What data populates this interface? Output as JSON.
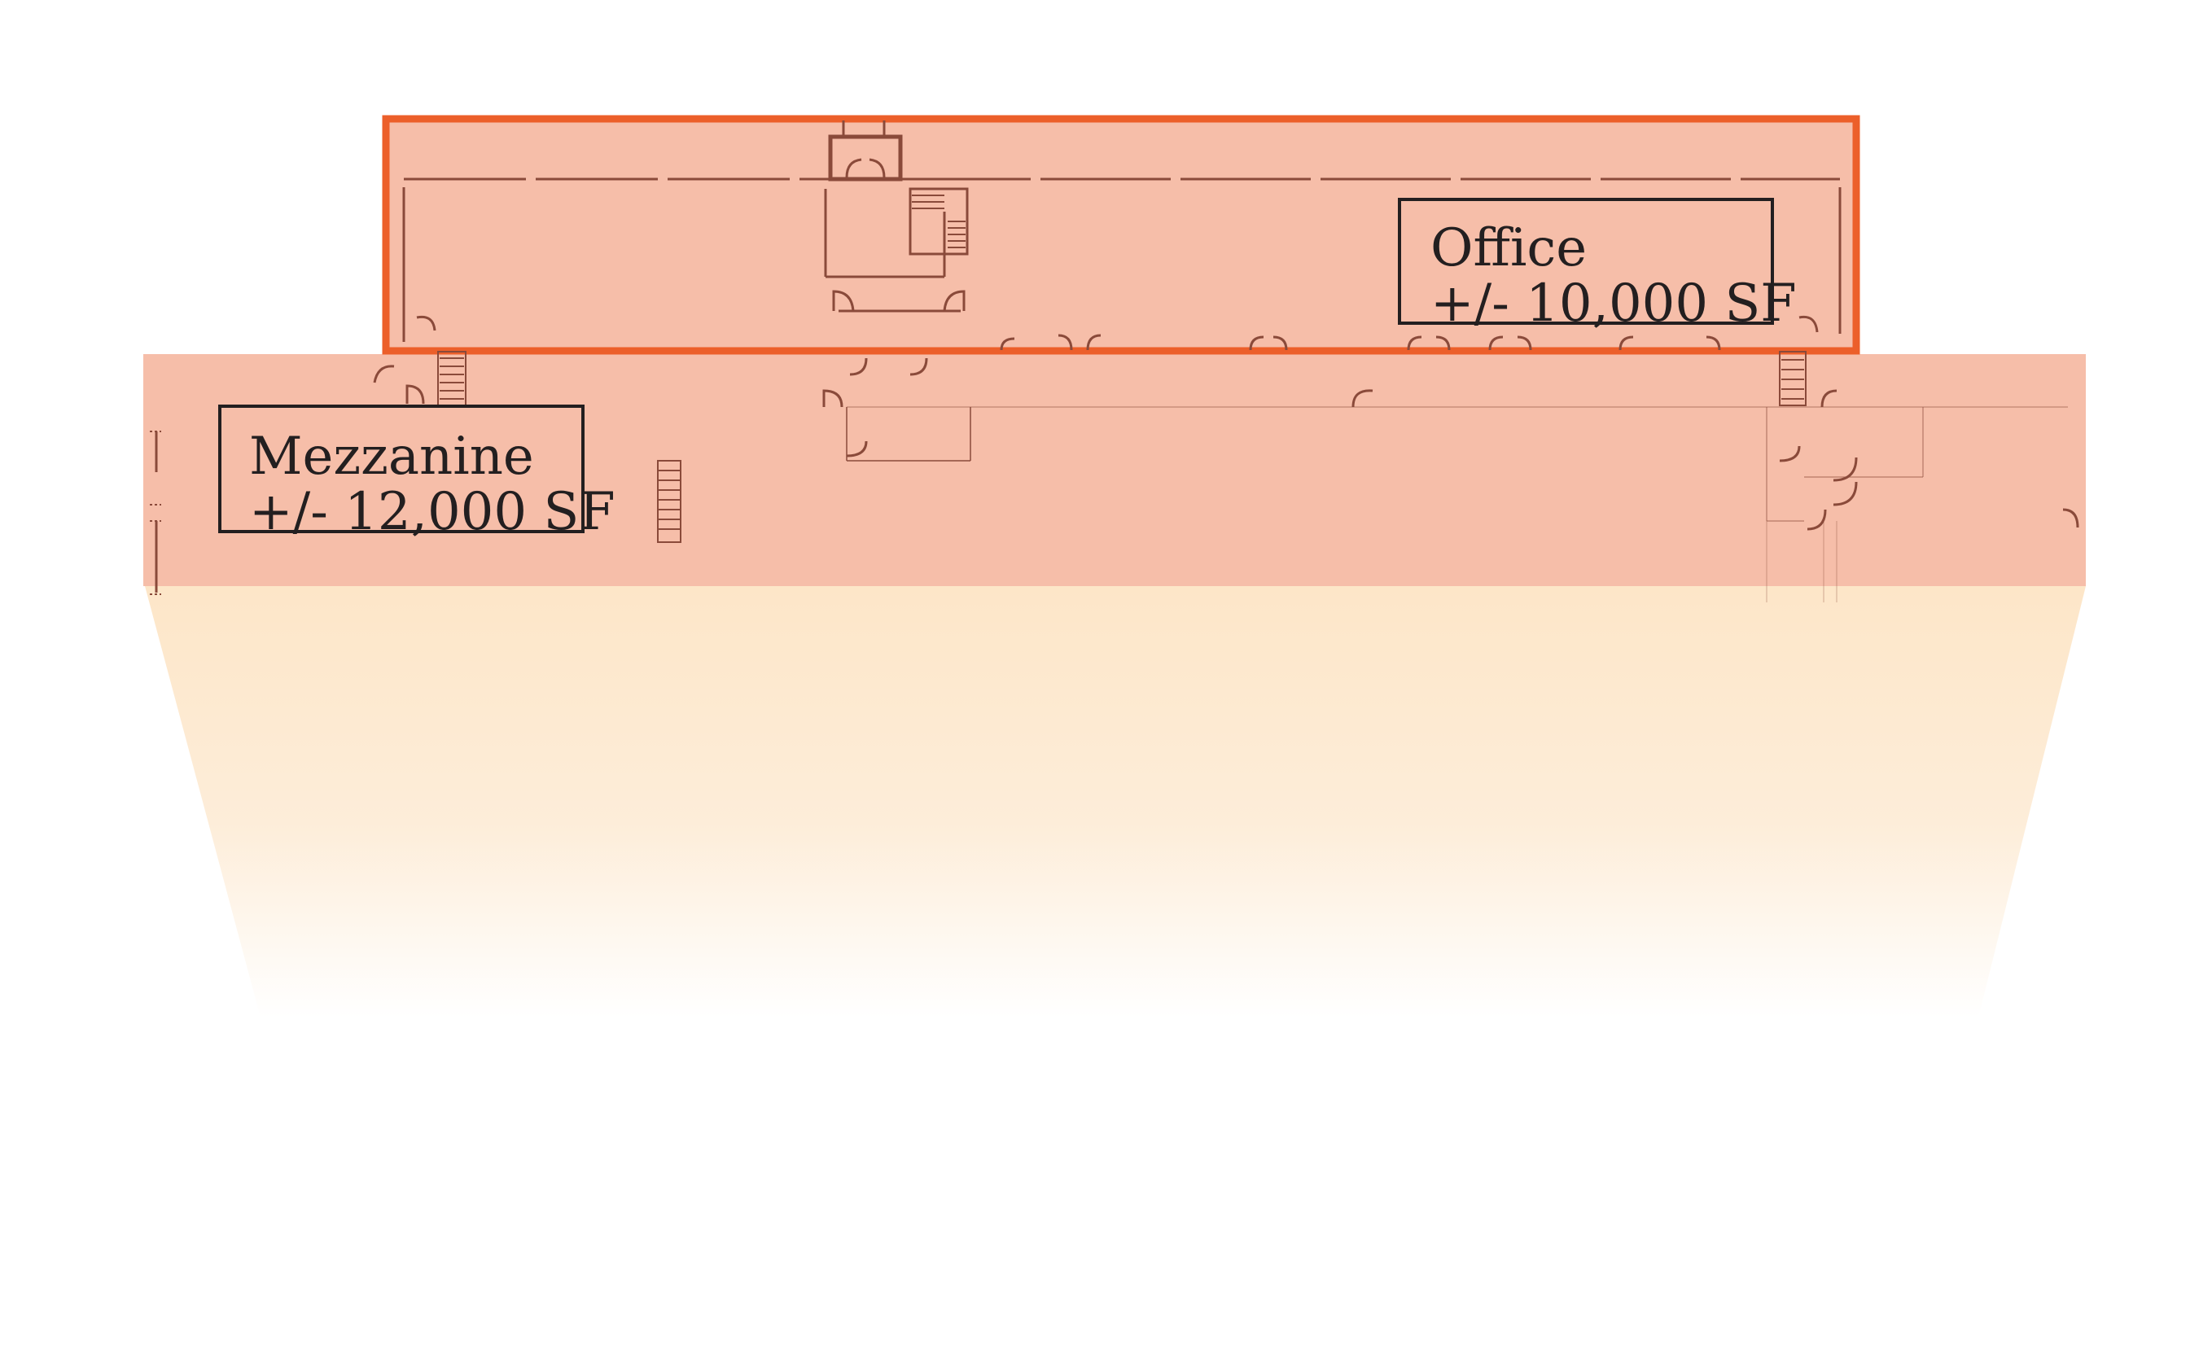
{
  "floor_plan": {
    "office": {
      "name": "Office",
      "area": "+/- 10,000 SF"
    },
    "mezzanine": {
      "name": "Mezzanine",
      "area": "+/- 12,000 SF"
    },
    "colors": {
      "highlight_fill": "#f6bea9",
      "office_outline": "#ec5f2a",
      "warehouse_fill": "#fde8cb",
      "line_work": "#8a4a3a",
      "label_ink": "#231f20"
    }
  }
}
